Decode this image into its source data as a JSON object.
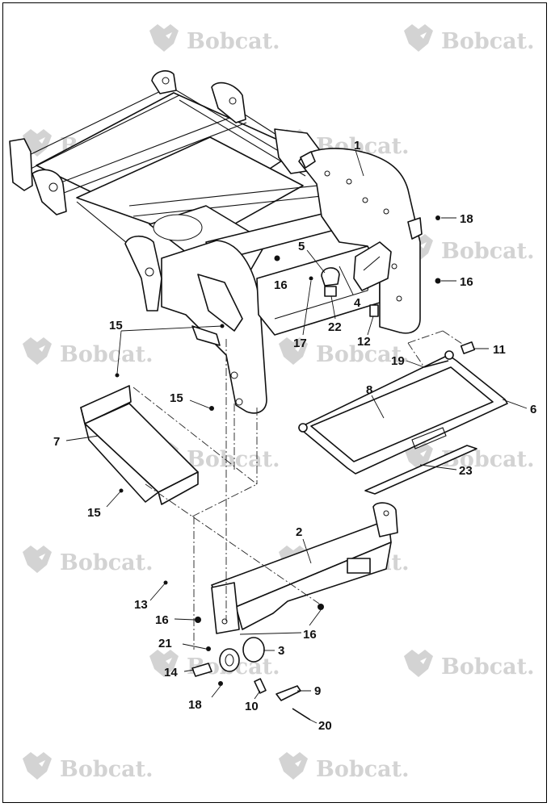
{
  "watermark": {
    "text": "Bobcat.",
    "logo_icon": "bobcat-head-logo-icon",
    "color": "#d3d3d3"
  },
  "callouts": [
    {
      "id": "c1",
      "label": "1"
    },
    {
      "id": "c18a",
      "label": "18"
    },
    {
      "id": "c5",
      "label": "5"
    },
    {
      "id": "c16a",
      "label": "16"
    },
    {
      "id": "c16b",
      "label": "16"
    },
    {
      "id": "c4",
      "label": "4"
    },
    {
      "id": "c17",
      "label": "17"
    },
    {
      "id": "c22",
      "label": "22"
    },
    {
      "id": "c12",
      "label": "12"
    },
    {
      "id": "c15a",
      "label": "15"
    },
    {
      "id": "c11",
      "label": "11"
    },
    {
      "id": "c19",
      "label": "19"
    },
    {
      "id": "c8",
      "label": "8"
    },
    {
      "id": "c6",
      "label": "6"
    },
    {
      "id": "c15b",
      "label": "15"
    },
    {
      "id": "c7",
      "label": "7"
    },
    {
      "id": "c23",
      "label": "23"
    },
    {
      "id": "c15c",
      "label": "15"
    },
    {
      "id": "c2",
      "label": "2"
    },
    {
      "id": "c13",
      "label": "13"
    },
    {
      "id": "c16c",
      "label": "16"
    },
    {
      "id": "c16d",
      "label": "16"
    },
    {
      "id": "c21",
      "label": "21"
    },
    {
      "id": "c3",
      "label": "3"
    },
    {
      "id": "c14",
      "label": "14"
    },
    {
      "id": "c9",
      "label": "9"
    },
    {
      "id": "c18b",
      "label": "18"
    },
    {
      "id": "c10",
      "label": "10"
    },
    {
      "id": "c20",
      "label": "20"
    }
  ]
}
